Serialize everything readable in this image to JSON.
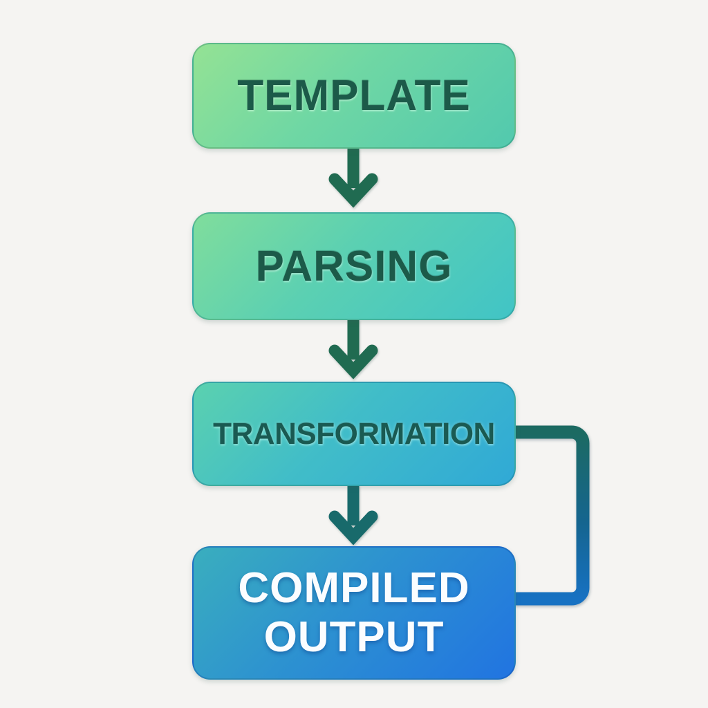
{
  "diagram": {
    "type": "flowchart",
    "direction": "top-down",
    "background_color": "#f5f4f2",
    "nodes": [
      {
        "id": "template",
        "label": "TEMPLATE",
        "shape": "rounded-rectangle",
        "gradient": [
          "#94e294",
          "#52c9ae"
        ],
        "text_color": "#1c5a49"
      },
      {
        "id": "parsing",
        "label": "PARSING",
        "shape": "rounded-rectangle",
        "gradient": [
          "#80dd9c",
          "#41c4c6"
        ],
        "text_color": "#1c5a49"
      },
      {
        "id": "transformation",
        "label": "TRANSFORMATION",
        "shape": "rounded-rectangle",
        "gradient": [
          "#5bd1af",
          "#30a9d6"
        ],
        "text_color": "#1a5a52"
      },
      {
        "id": "compiled-output",
        "label": "COMPILED OUTPUT",
        "shape": "rounded-rectangle",
        "gradient": [
          "#3aaebe",
          "#2174e1"
        ],
        "text_color": "#fbfdff"
      }
    ],
    "connectors": [
      {
        "from": "template",
        "to": "parsing",
        "style": "arrow-down",
        "color": "#206b51"
      },
      {
        "from": "parsing",
        "to": "transformation",
        "style": "arrow-down",
        "color": "#206b51"
      },
      {
        "from": "transformation",
        "to": "compiled-output",
        "style": "arrow-down",
        "color": "#186a6b"
      },
      {
        "from": "transformation",
        "to": "compiled-output",
        "style": "right-side-loop",
        "gradient": [
          "#1c6a62",
          "#1771c2"
        ]
      }
    ]
  }
}
